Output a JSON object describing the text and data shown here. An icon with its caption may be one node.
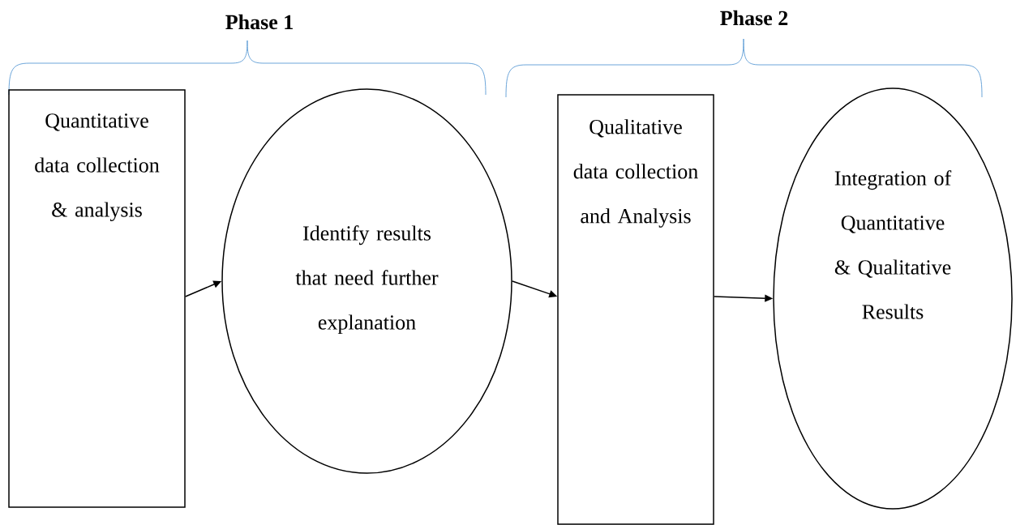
{
  "diagram": {
    "nodes": [
      {
        "text": [
          "Quantitative data collection & analysis"
        ]
      },
      {
        "text": [
          "Identify results that need further explanation"
        ]
      },
      {
        "text": [
          "Qualitative data collection and Analysis"
        ]
      },
      {
        "text": [
          "Integration of Quantitative & Qualitative Results"
        ]
      }
    ],
    "edges": [
      {
        "from": 0,
        "to": 1,
        "arrow": "to"
      },
      {
        "from": 1,
        "to": 2,
        "arrow": "to"
      },
      {
        "from": 2,
        "to": 3,
        "arrow": "to"
      }
    ],
    "labels": [
      "Phase 1",
      "Phase 2"
    ]
  }
}
